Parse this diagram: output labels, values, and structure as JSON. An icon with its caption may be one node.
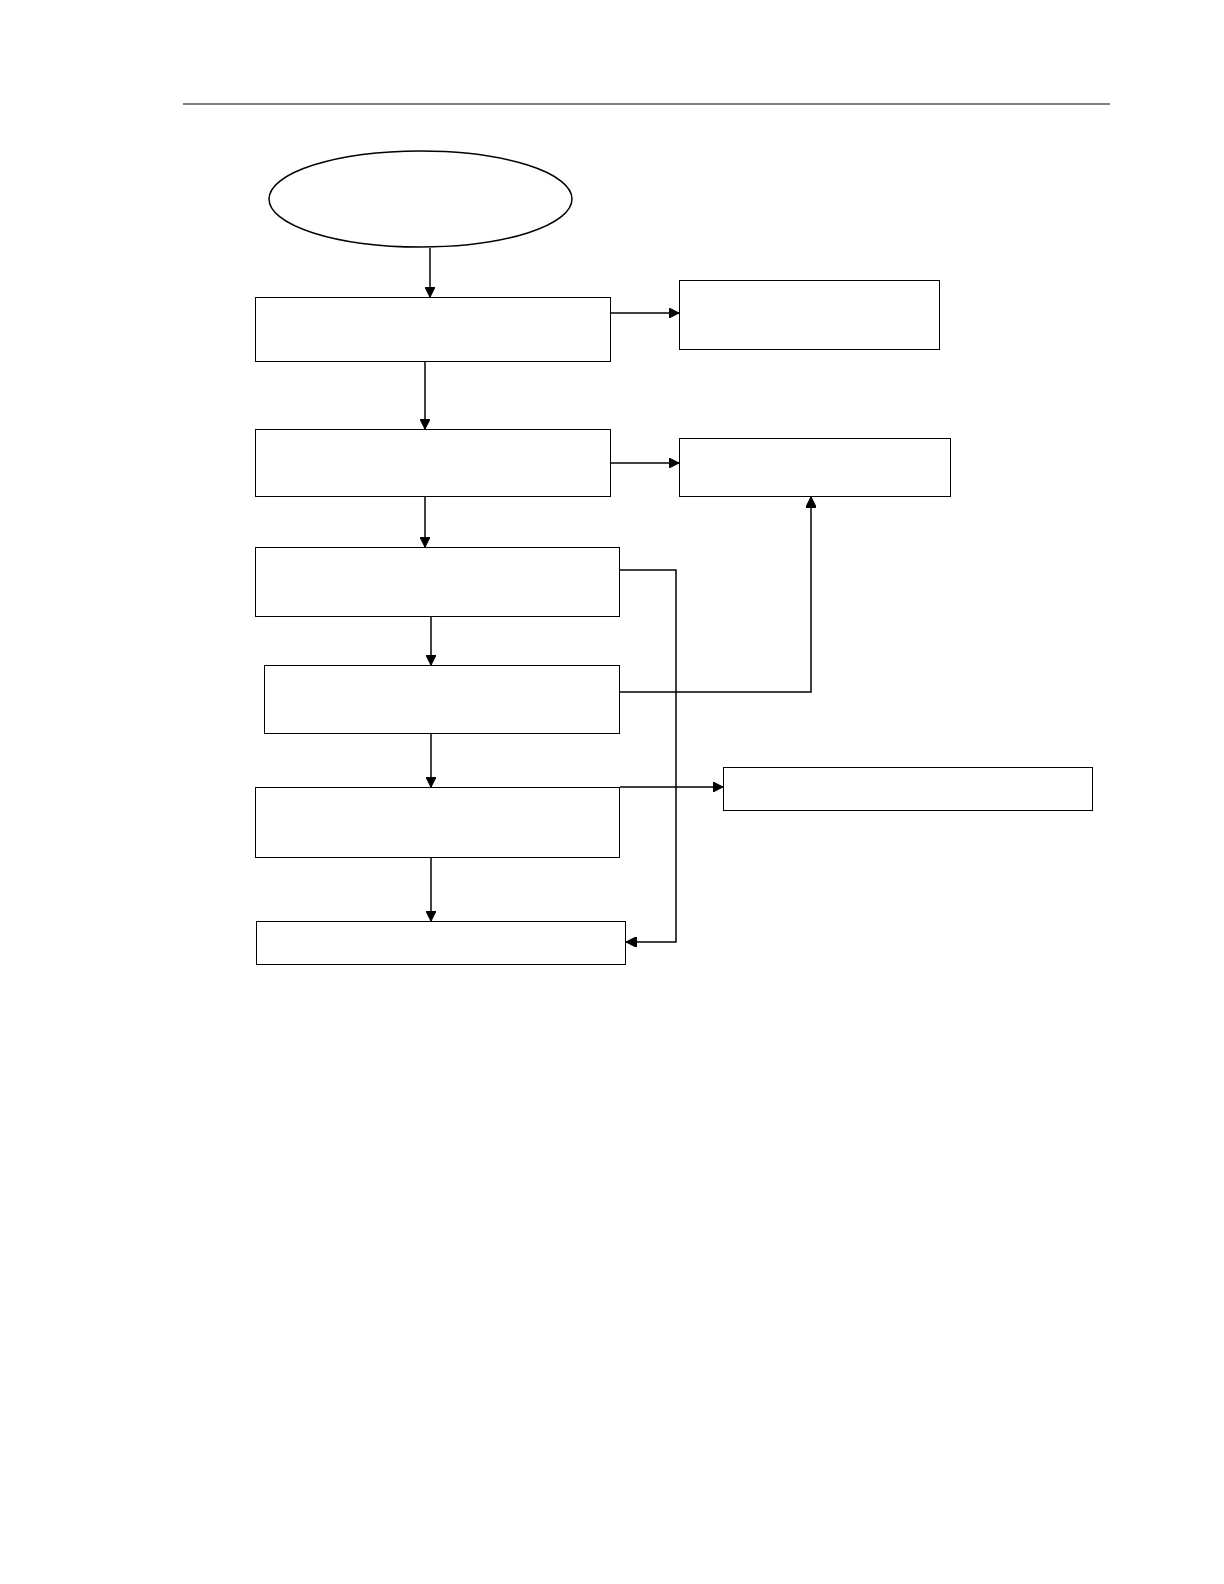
{
  "diagram": {
    "nodes": [
      {
        "text": [],
        "shape": "ellipse"
      },
      {
        "text": [],
        "shape": "box"
      },
      {
        "text": [],
        "shape": "box"
      },
      {
        "text": [],
        "shape": "box"
      },
      {
        "text": [],
        "shape": "box"
      },
      {
        "text": [],
        "shape": "box"
      },
      {
        "text": [],
        "shape": "box"
      },
      {
        "text": [],
        "shape": "box"
      },
      {
        "text": [],
        "shape": "box"
      },
      {
        "text": [],
        "shape": "box"
      }
    ],
    "edges": [
      {
        "from": 0,
        "to": 1,
        "arrow": "to"
      },
      {
        "from": 1,
        "to": 2,
        "arrow": "to"
      },
      {
        "from": 1,
        "to": 3,
        "arrow": "to"
      },
      {
        "from": 3,
        "to": 4,
        "arrow": "to"
      },
      {
        "from": 3,
        "to": 5,
        "arrow": "to"
      },
      {
        "from": 5,
        "to": 6,
        "arrow": "to"
      },
      {
        "from": 5,
        "to": 9,
        "arrow": "to"
      },
      {
        "from": 6,
        "to": 4,
        "arrow": "to"
      },
      {
        "from": 6,
        "to": 7,
        "arrow": "to"
      },
      {
        "from": 7,
        "to": 8,
        "arrow": "to"
      },
      {
        "from": 7,
        "to": 9,
        "arrow": "to"
      }
    ]
  }
}
